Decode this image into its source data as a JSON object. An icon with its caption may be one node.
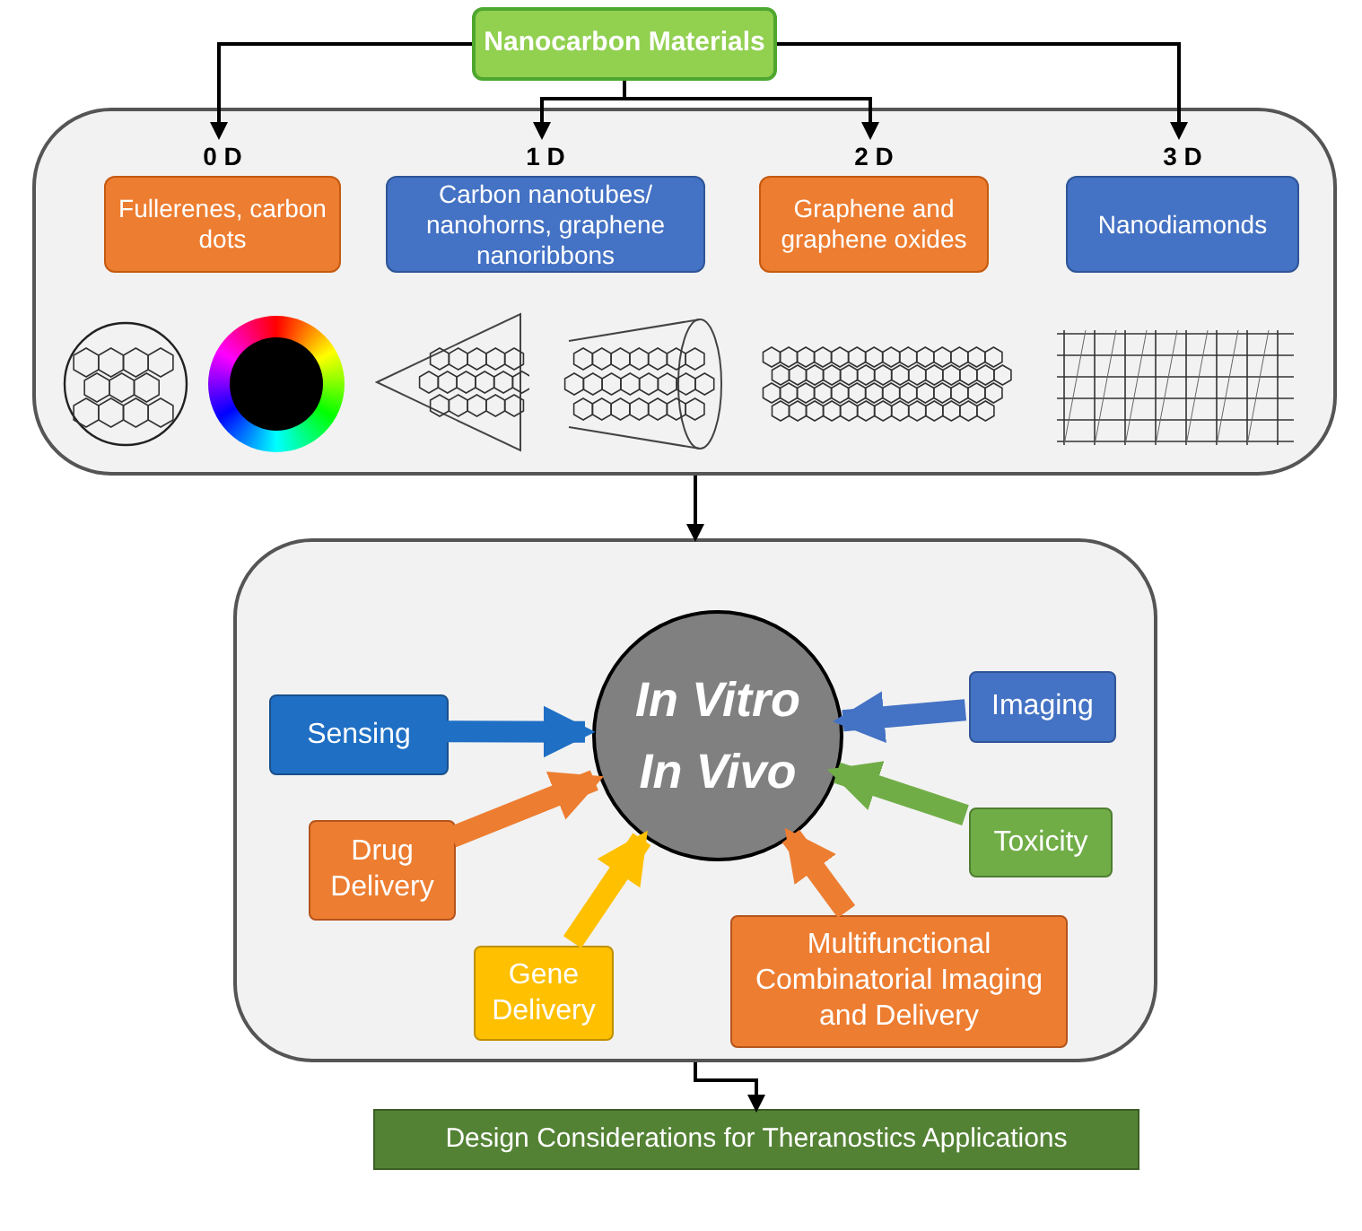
{
  "diagram": {
    "nodes": [
      {
        "text": [
          "Nanocarbon Materials"
        ]
      },
      {
        "text": [],
        "shape": "box"
      },
      {
        "text": [
          "0 D",
          "Fullerenes, carbon dots"
        ],
        "in": 1
      },
      {
        "text": [
          "1 D",
          "Carbon nanotubes/ nanohorns, graphene nanoribbons"
        ],
        "in": 1
      },
      {
        "text": [
          "2 D",
          "Graphene and graphene oxides"
        ],
        "in": 1
      },
      {
        "text": [
          "3 D",
          "Nanodiamonds"
        ],
        "in": 1
      },
      {
        "text": [],
        "shape": "box"
      },
      {
        "text": [
          "In Vitro",
          "In Vivo"
        ],
        "in": 6
      },
      {
        "text": [
          "Sensing"
        ],
        "in": 6
      },
      {
        "text": [
          "Drug Delivery"
        ],
        "in": 6
      },
      {
        "text": [
          "Gene Delivery"
        ],
        "in": 6
      },
      {
        "text": [
          "Multifunctional Combinatorial Imaging and Delivery"
        ],
        "in": 6
      },
      {
        "text": [
          "Toxicity"
        ],
        "in": 6
      },
      {
        "text": [
          "Imaging"
        ],
        "in": 6
      },
      {
        "text": [
          "Design Considerations for Theranostics Applications"
        ]
      }
    ],
    "edges": [
      {
        "from": 0,
        "to": 2,
        "arrow": "to"
      },
      {
        "from": 0,
        "to": 3,
        "arrow": "to"
      },
      {
        "from": 0,
        "to": 4,
        "arrow": "to"
      },
      {
        "from": 0,
        "to": 5,
        "arrow": "to"
      },
      {
        "from": 1,
        "to": 6,
        "arrow": "to"
      },
      {
        "from": 6,
        "to": 14,
        "arrow": "to"
      },
      {
        "from": 8,
        "to": 7,
        "arrow": "to",
        "style": "thick",
        "color": "#1f6fc4"
      },
      {
        "from": 9,
        "to": 7,
        "arrow": "to",
        "style": "thick",
        "color": "#ed7d31"
      },
      {
        "from": 10,
        "to": 7,
        "arrow": "to",
        "style": "thick",
        "color": "#ffc000"
      },
      {
        "from": 11,
        "to": 7,
        "arrow": "to",
        "style": "thick",
        "color": "#ed7d31"
      },
      {
        "from": 12,
        "to": 7,
        "arrow": "to",
        "style": "thick",
        "color": "#70ad47"
      },
      {
        "from": 13,
        "to": 7,
        "arrow": "to",
        "style": "thick",
        "color": "#4472c4"
      }
    ]
  }
}
